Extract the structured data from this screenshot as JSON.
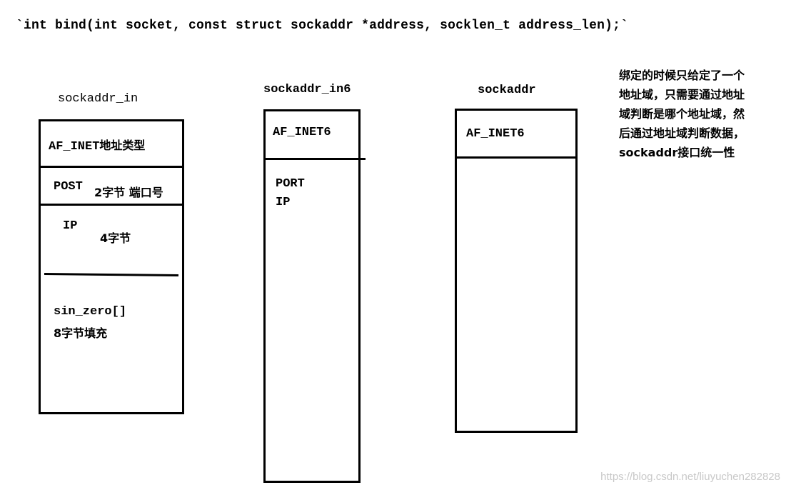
{
  "signature": "`int bind(int socket, const struct sockaddr *address,   socklen_t address_len);`",
  "sockaddr_in": {
    "title": "sockaddr_in",
    "family": "AF_INET",
    "family_desc": "地址类型",
    "port": "POST",
    "port_desc": "2字节 端口号",
    "ip": "IP",
    "ip_desc": "4字节",
    "zero": "sin_zero[]",
    "zero_desc": "8字节填充"
  },
  "sockaddr_in6": {
    "title": "sockaddr_in6",
    "family": "AF_INET6",
    "port": "PORT",
    "ip": "IP"
  },
  "sockaddr": {
    "title": "sockaddr",
    "family": "AF_INET6"
  },
  "note": {
    "lines": [
      "绑定的时候只给定了一个",
      "地址域，只需要通过地址",
      "域判断是哪个地址域，然",
      "后通过地址域判断数据，",
      "sockaddr接口统一性"
    ]
  },
  "watermark": "https://blog.csdn.net/liuyuchen282828"
}
